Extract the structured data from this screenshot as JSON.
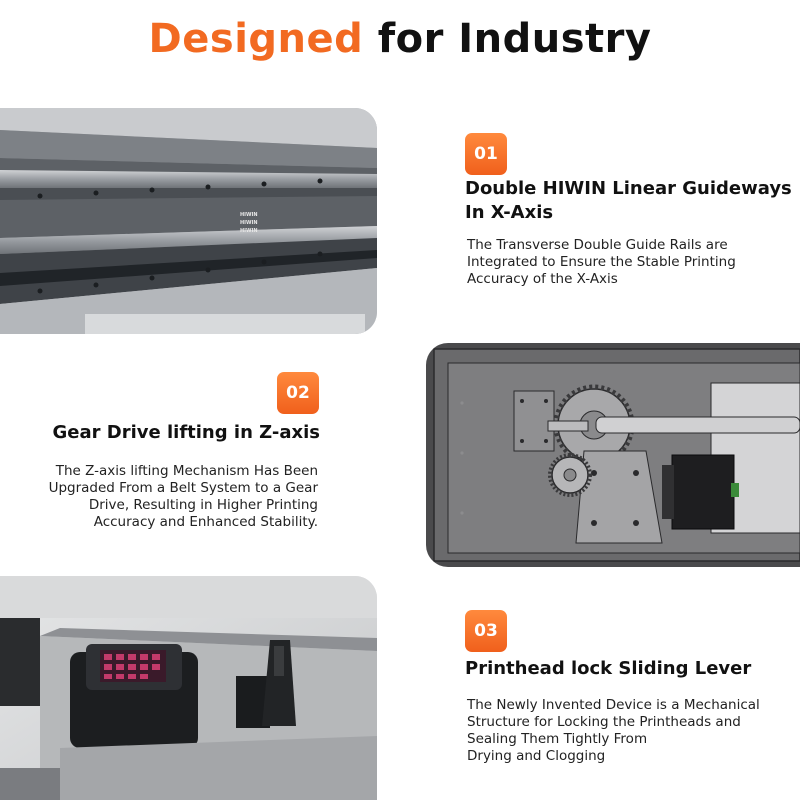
{
  "heading": {
    "accent": "Designed",
    "rest": "for Industry"
  },
  "colors": {
    "accent": "#f26a21",
    "badge_bg": "#f26a21",
    "text": "#111111"
  },
  "features": [
    {
      "number": "01",
      "title_lines": [
        "Double HIWIN Linear Guideways",
        "In X-Axis"
      ],
      "desc_lines": [
        "The Transverse Double Guide Rails are",
        "Integrated to Ensure the Stable Printing",
        "Accuracy of the X-Axis"
      ],
      "rail_text": "HIWIN"
    },
    {
      "number": "02",
      "title_lines": [
        "Gear Drive lifting in Z-axis"
      ],
      "desc_lines": [
        "The Z-axis lifting Mechanism Has Been",
        "Upgraded From a Belt System to a Gear",
        "Drive, Resulting in Higher Printing",
        "Accuracy and Enhanced Stability."
      ]
    },
    {
      "number": "03",
      "title_lines": [
        "Printhead lock Sliding Lever"
      ],
      "desc_lines": [
        "The Newly Invented Device is a Mechanical",
        "Structure for Locking the Printheads and",
        "Sealing Them Tightly From",
        "Drying and Clogging"
      ]
    }
  ]
}
